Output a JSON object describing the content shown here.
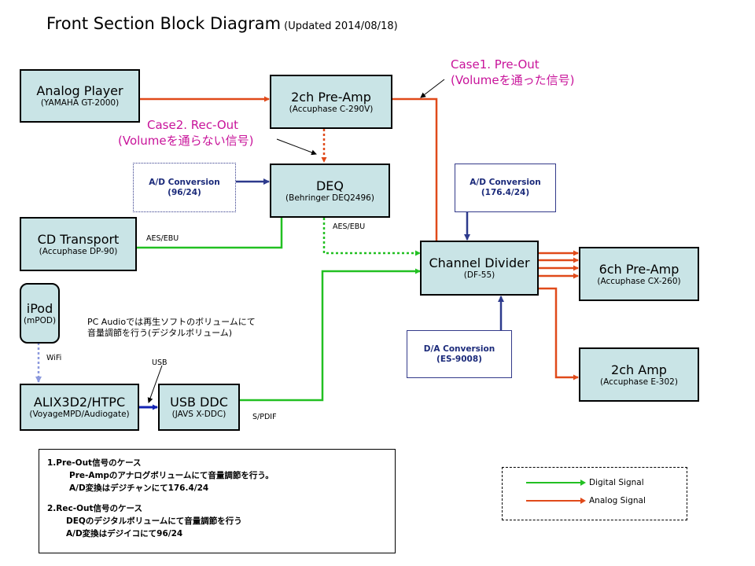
{
  "title": {
    "main": "Front Section Block Diagram",
    "updated": "(Updated 2014/08/18)"
  },
  "blocks": {
    "analog_player": {
      "name": "Analog Player",
      "model": "(YAMAHA GT-2000)"
    },
    "preamp_2ch": {
      "name": "2ch Pre-Amp",
      "model": "(Accuphase C-290V)"
    },
    "deq": {
      "name": "DEQ",
      "model": "(Behringer DEQ2496)"
    },
    "cd_transport": {
      "name": "CD Transport",
      "model": "(Accuphase DP-90)"
    },
    "ipod": {
      "name": "iPod",
      "model": "(mPOD)"
    },
    "alix": {
      "name": "ALIX3D2/HTPC",
      "model": "(VoyageMPD/Audiogate)"
    },
    "usb_ddc": {
      "name": "USB DDC",
      "model": "(JAVS X-DDC)"
    },
    "channel_divider": {
      "name": "Channel Divider",
      "model": "(DF-55)"
    },
    "preamp_6ch": {
      "name": "6ch Pre-Amp",
      "model": "(Accuphase CX-260)"
    },
    "amp_2ch": {
      "name": "2ch Amp",
      "model": "(Accuphase E-302)"
    }
  },
  "conversions": {
    "ad_deq": {
      "label": "A/D Conversion",
      "spec": "(96/24)"
    },
    "ad_divider": {
      "label": "A/D Conversion",
      "spec": "(176.4/24)"
    },
    "da_divider": {
      "label": "D/A Conversion",
      "spec": "(ES-9008)"
    }
  },
  "connection_labels": {
    "aes_ebu_cd": "AES/EBU",
    "aes_ebu_deq": "AES/EBU",
    "wifi": "WiFi",
    "usb": "USB",
    "spdif": "S/PDIF"
  },
  "cases": {
    "case1": {
      "line1": "Case1. Pre-Out",
      "line2": "(Volumeを通った信号)"
    },
    "case2": {
      "line1": "Case2. Rec-Out",
      "line2": "(Volumeを通らない信号)"
    }
  },
  "pc_note": {
    "line1": "PC Audioでは再生ソフトのボリュームにて",
    "line2": "音量調節を行う(デジタルボリューム)"
  },
  "notes": {
    "pre_out_title": "1.Pre-Out信号のケース",
    "pre_out_line1": "Pre-Ampのアナログボリュームにて音量調節を行う。",
    "pre_out_line2": "A/D変換はデジチャンにて176.4/24",
    "rec_out_title": "2.Rec-Out信号のケース",
    "rec_out_line1": "DEQのデジタルボリュームにて音量調節を行う",
    "rec_out_line2": "A/D変換はデジイコにて96/24"
  },
  "legend": {
    "digital": "Digital Signal",
    "analog": "Analog Signal"
  },
  "colors": {
    "digital": "#22c022",
    "analog": "#e04a1a",
    "control": "#2d3a8c",
    "usb": "#1424b4",
    "wifi": "#8c99dd",
    "case_text": "#c8139a",
    "block_fill": "#c9e4e6"
  }
}
